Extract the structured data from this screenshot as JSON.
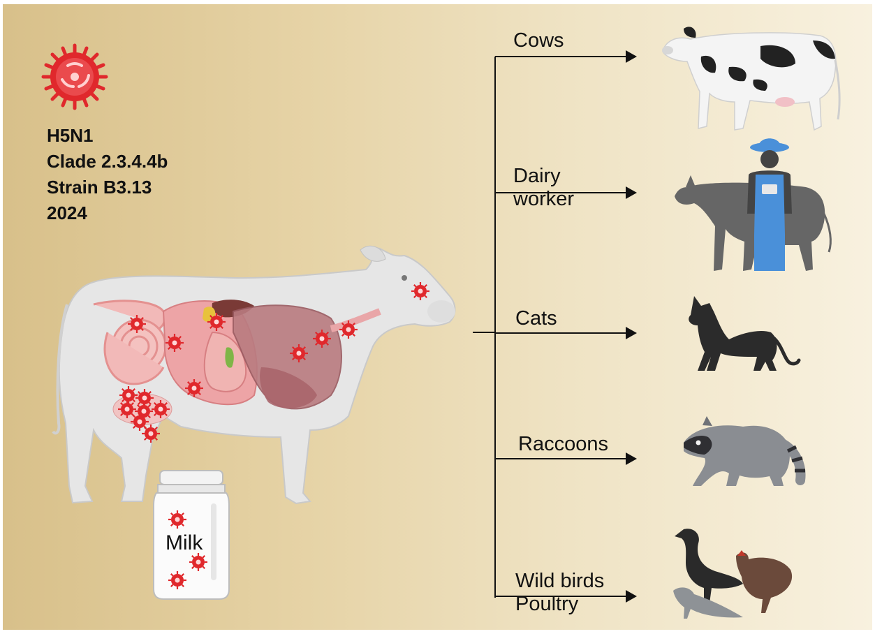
{
  "virus": {
    "name": "H5N1",
    "clade": "Clade 2.3.4.4b",
    "strain": "Strain B3.13",
    "year": "2024"
  },
  "jar_label": "Milk",
  "targets": [
    {
      "label_lines": [
        "Cows"
      ],
      "icon": "cow-icon"
    },
    {
      "label_lines": [
        "Dairy",
        "worker"
      ],
      "icon": "dairy-worker-icon"
    },
    {
      "label_lines": [
        "Cats"
      ],
      "icon": "cat-icon"
    },
    {
      "label_lines": [
        "Raccoons"
      ],
      "icon": "raccoon-icon"
    },
    {
      "label_lines": [
        "Wild birds",
        "Poultry"
      ],
      "icon": "birds-icon"
    }
  ],
  "colors": {
    "virus": "#e0282c",
    "virus_dark": "#b11218",
    "arrow": "#111111",
    "background_left": "#d8c08a",
    "background_right": "#f8f1df",
    "worker_clothes": "#4a90d9",
    "silhouette": "#2f2f2f"
  }
}
